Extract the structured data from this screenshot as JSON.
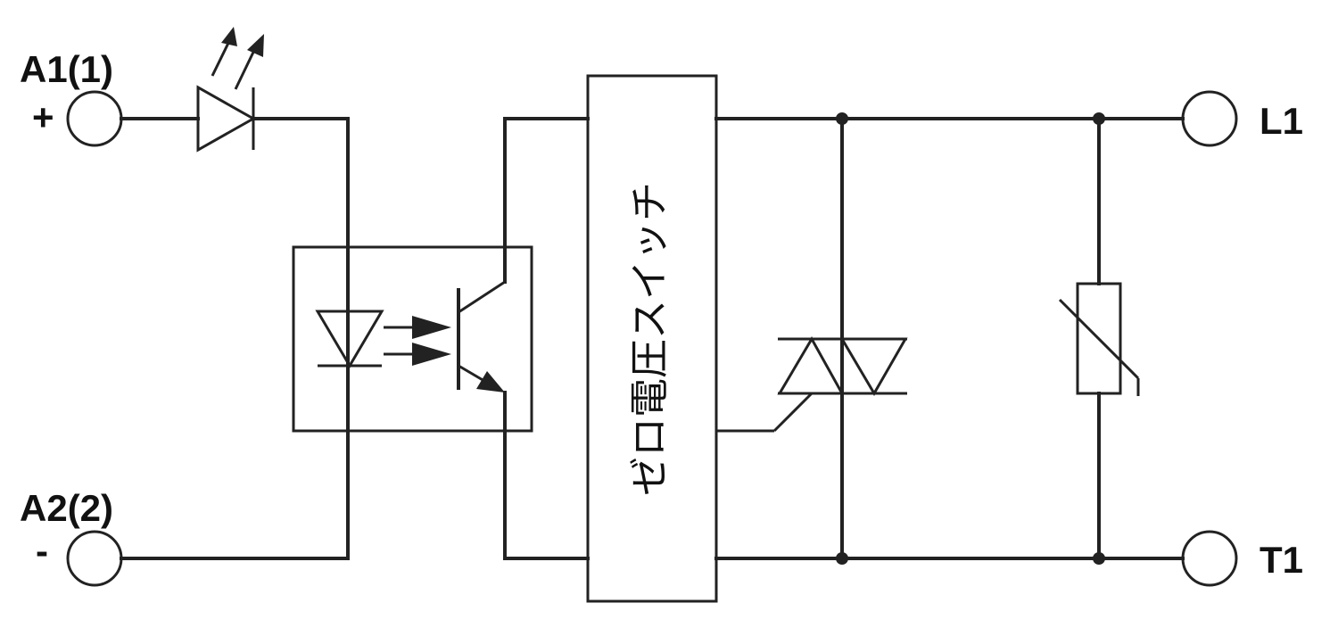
{
  "terminals": {
    "a1": {
      "label": "A1(1)",
      "polarity": "+"
    },
    "a2": {
      "label": "A2(2)",
      "polarity": "-"
    },
    "l1": {
      "label": "L1"
    },
    "t1": {
      "label": "T1"
    }
  },
  "zero_voltage_switch": {
    "label": "ゼロ電圧スイッチ"
  },
  "colors": {
    "line": "#222222",
    "background": "#ffffff"
  }
}
